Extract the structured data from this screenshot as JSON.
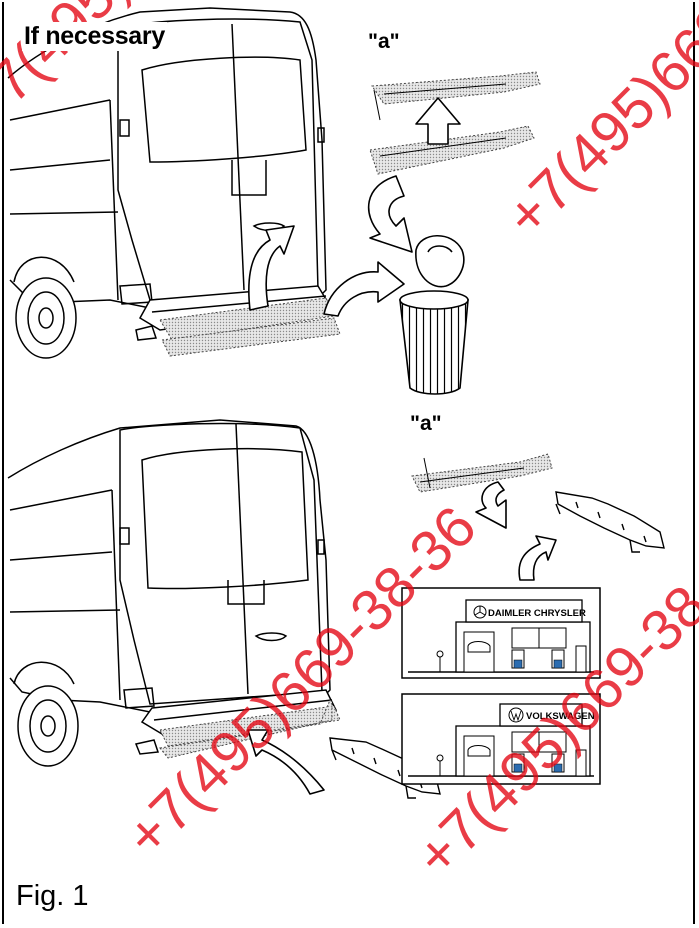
{
  "header": {
    "title": "If necessary"
  },
  "labels": {
    "part_a_top": "\"a\"",
    "part_a_bottom": "\"a\""
  },
  "dealers": {
    "top": {
      "name": "DAIMLER CHRYSLER",
      "icon": "mercedes-star-icon"
    },
    "bottom": {
      "name": "VOLKSWAGEN",
      "icon": "vw-logo-icon"
    }
  },
  "figure": {
    "caption": "Fig. 1"
  },
  "watermark": {
    "text": "+7(495)669-38-36",
    "color": "#e30613"
  }
}
